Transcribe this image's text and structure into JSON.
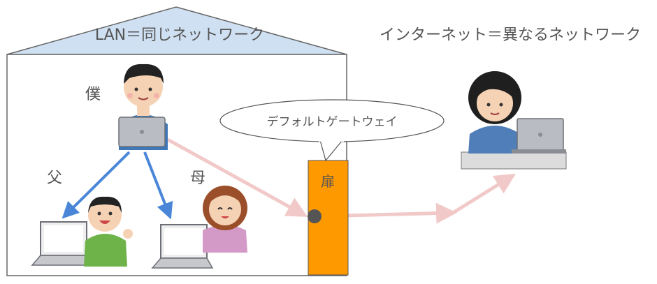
{
  "lan_title": "LAN＝同じネットワーク",
  "internet_title": "インターネット＝異なるネットワーク",
  "people": {
    "me": "僕",
    "father": "父",
    "mother": "母"
  },
  "gateway": {
    "speech_bubble": "デフォルトゲートウェイ",
    "door_label": "扉"
  },
  "colors": {
    "roof_fill": "#cfe0f2",
    "house_stroke": "#666666",
    "lan_arrow": "#4a86d8",
    "internet_arrow": "#f2c9c9",
    "door_fill": "#ff9900",
    "door_knob": "#555555"
  }
}
